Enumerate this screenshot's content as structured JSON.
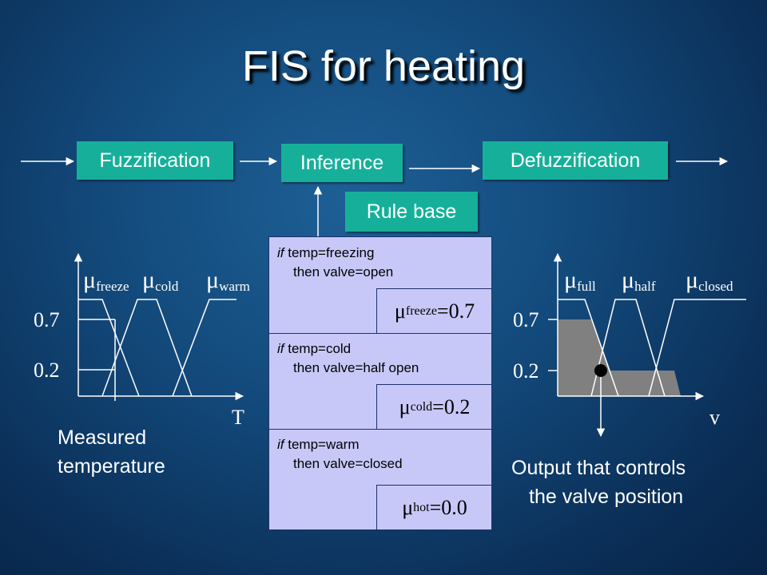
{
  "title": "FIS for heating",
  "blocks": {
    "fuzzification": "Fuzzification",
    "inference": "Inference",
    "defuzzification": "Defuzzification",
    "rule_base": "Rule base"
  },
  "left_plot": {
    "mu_freeze": "freeze",
    "mu_cold": "cold",
    "mu_warm": "warm",
    "y_tick_high": "0.7",
    "y_tick_low": "0.2",
    "x_axis": "T",
    "caption_line1": "Measured",
    "caption_line2": "temperature"
  },
  "rules": [
    {
      "if": "if",
      "cond": "temp=freezing",
      "then": "then valve=open",
      "mu_sub": "freeze",
      "mu_val": "=0.7"
    },
    {
      "if": "if",
      "cond": "temp=cold",
      "then": "then valve=half open",
      "mu_sub": "cold",
      "mu_val": " =0.2"
    },
    {
      "if": "if",
      "cond": "temp=warm",
      "then": "then valve=closed",
      "mu_sub": "hot",
      "mu_val": " =0.0"
    }
  ],
  "right_plot": {
    "mu_full": "full",
    "mu_half": "half",
    "mu_closed": "closed",
    "y_tick_high": "0.7",
    "y_tick_low": "0.2",
    "x_axis": "v",
    "caption_line1": "Output that controls",
    "caption_line2": "the valve position"
  },
  "mu_symbol": "μ",
  "colors": {
    "block_green": "#16b09a",
    "rule_panel": "#c8c8f8",
    "fill_gray": "#808080"
  }
}
